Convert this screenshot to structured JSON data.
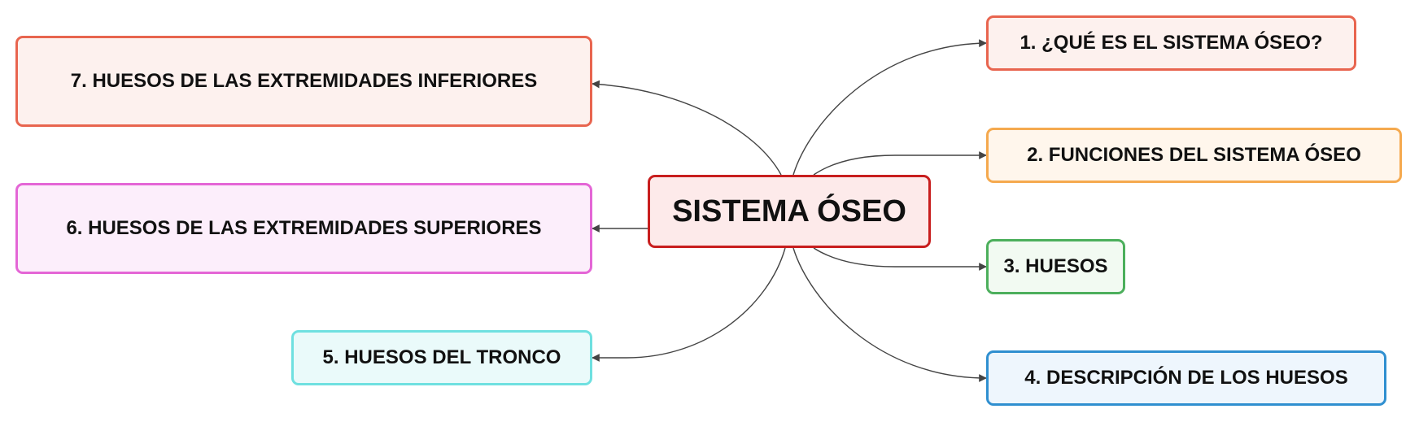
{
  "central": {
    "label": "SISTEMA ÓSEO",
    "border_color": "#c81e1e",
    "fill_color": "#fdeaea"
  },
  "connector_color": "#444444",
  "branches": [
    {
      "id": "n1",
      "label": "1. ¿QUÉ ES EL SISTEMA ÓSEO?",
      "border_color": "#e8654f",
      "fill_color": "#fdf1ee"
    },
    {
      "id": "n2",
      "label": "2. FUNCIONES DEL SISTEMA ÓSEO",
      "border_color": "#f5a94e",
      "fill_color": "#fff6ec"
    },
    {
      "id": "n3",
      "label": "3. HUESOS",
      "border_color": "#4caf5c",
      "fill_color": "#f2faf2"
    },
    {
      "id": "n4",
      "label": "4. DESCRIPCIÓN DE LOS HUESOS",
      "border_color": "#2f8fd0",
      "fill_color": "#eef6fd"
    },
    {
      "id": "n5",
      "label": "5. HUESOS DEL TRONCO",
      "border_color": "#6fe0e0",
      "fill_color": "#eafafa"
    },
    {
      "id": "n6",
      "label": "6. HUESOS DE LAS EXTREMIDADES SUPERIORES",
      "border_color": "#e466d6",
      "fill_color": "#fceefb"
    },
    {
      "id": "n7",
      "label": "7. HUESOS DE LAS EXTREMIDADES INFERIORES",
      "border_color": "#e8654f",
      "fill_color": "#fdf1ee"
    }
  ]
}
